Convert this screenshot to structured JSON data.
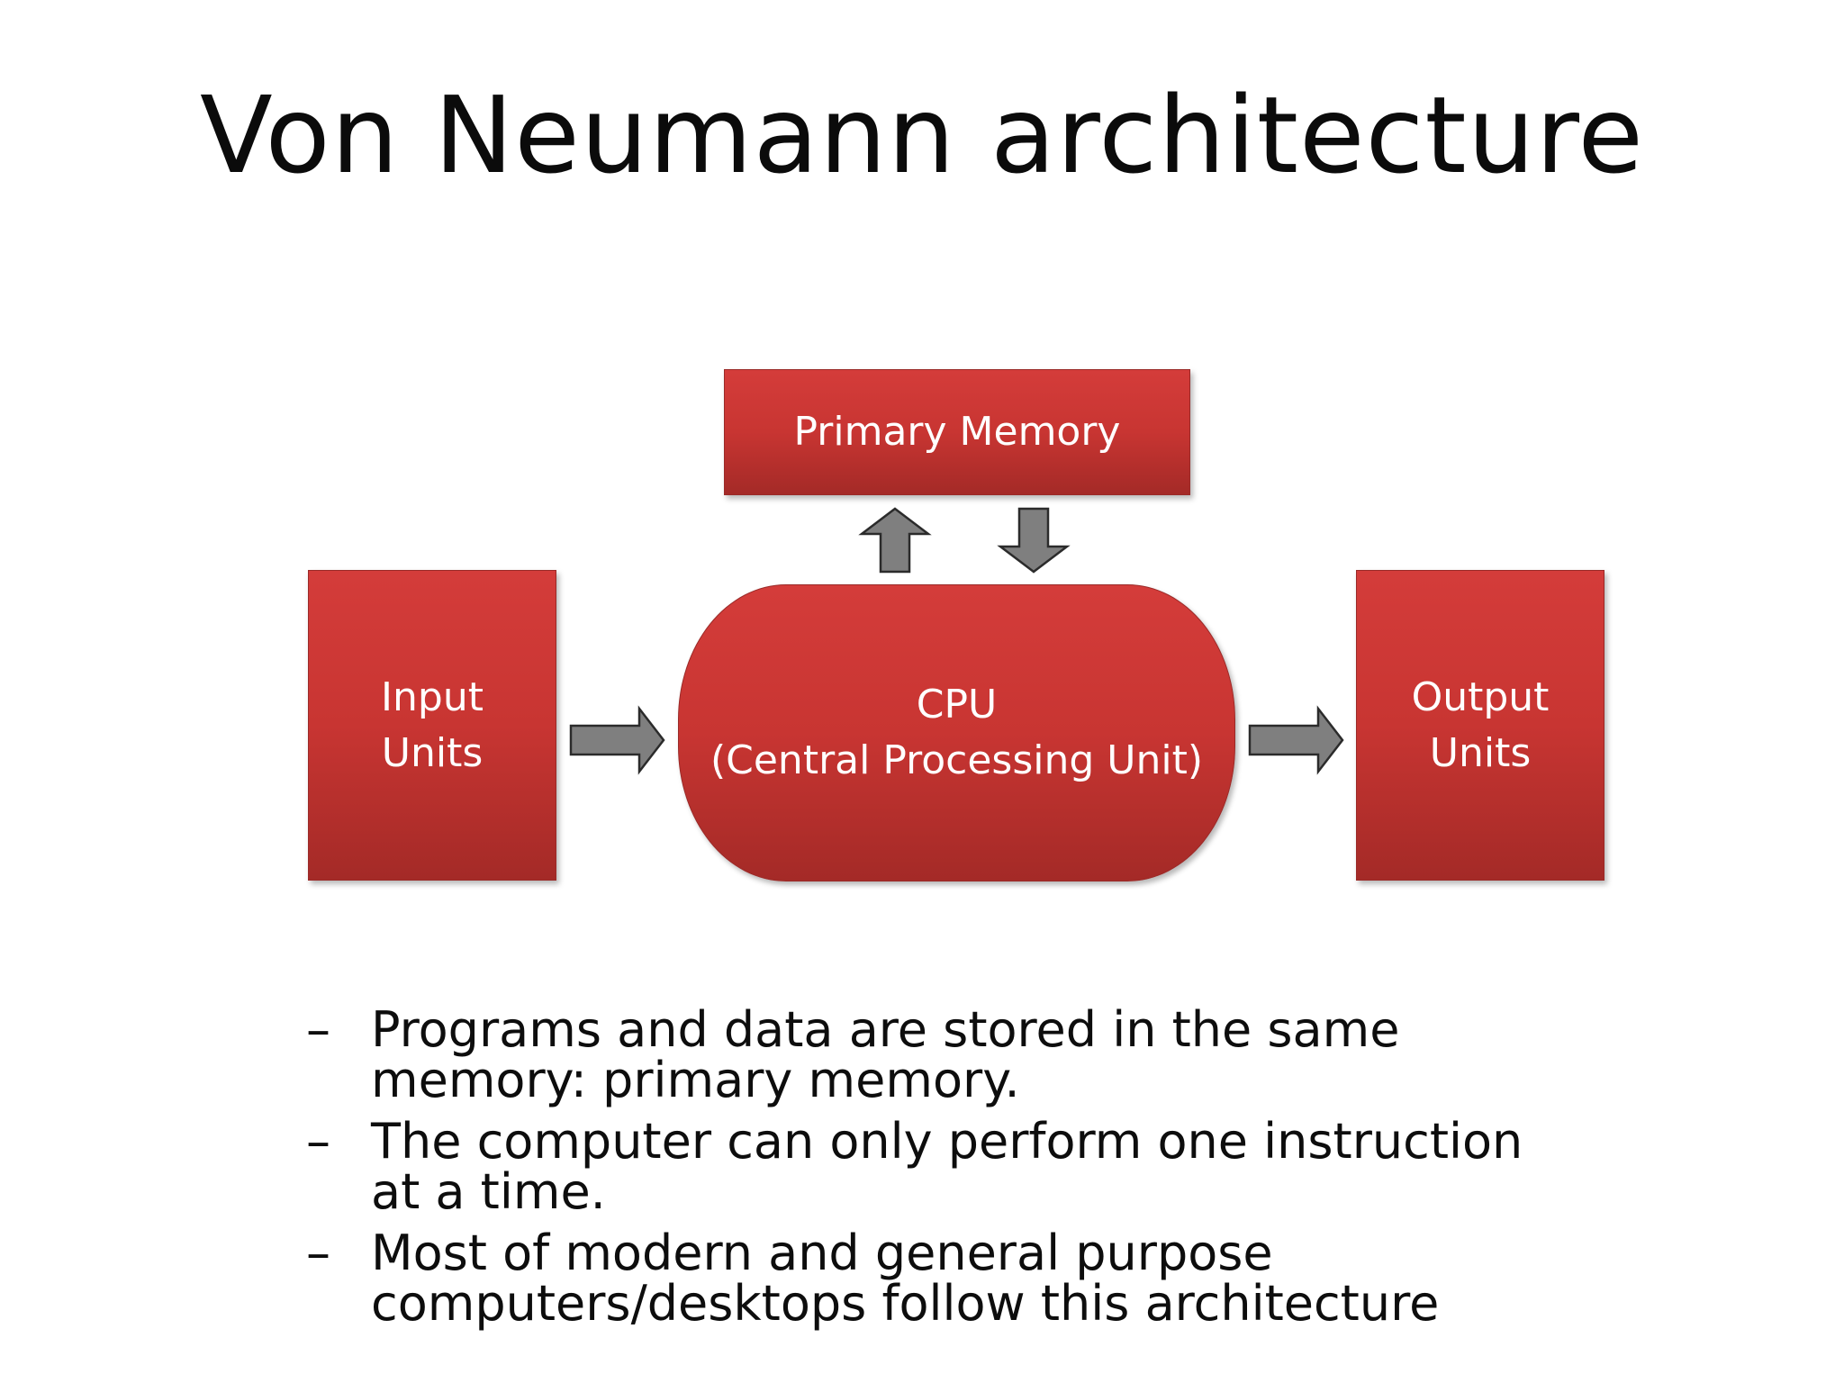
{
  "slide": {
    "title": "Von Neumann architecture"
  },
  "diagram": {
    "memory": {
      "label": "Primary Memory"
    },
    "input": {
      "line1": "Input",
      "line2": "Units"
    },
    "cpu": {
      "line1": "CPU",
      "line2": "(Central Processing Unit)"
    },
    "output": {
      "line1": "Output",
      "line2": "Units"
    },
    "colors": {
      "box_fill": "#c83532",
      "arrow_fill": "#7f7f7f"
    }
  },
  "bullets": {
    "marker": "–",
    "items": [
      {
        "line1": "Programs and data are stored in the same",
        "line2": "memory: primary memory."
      },
      {
        "line1": "The computer can only perform one instruction",
        "line2": "at a time."
      },
      {
        "line1": "Most of modern and general purpose",
        "line2": "computers/desktops follow this architecture"
      }
    ]
  }
}
